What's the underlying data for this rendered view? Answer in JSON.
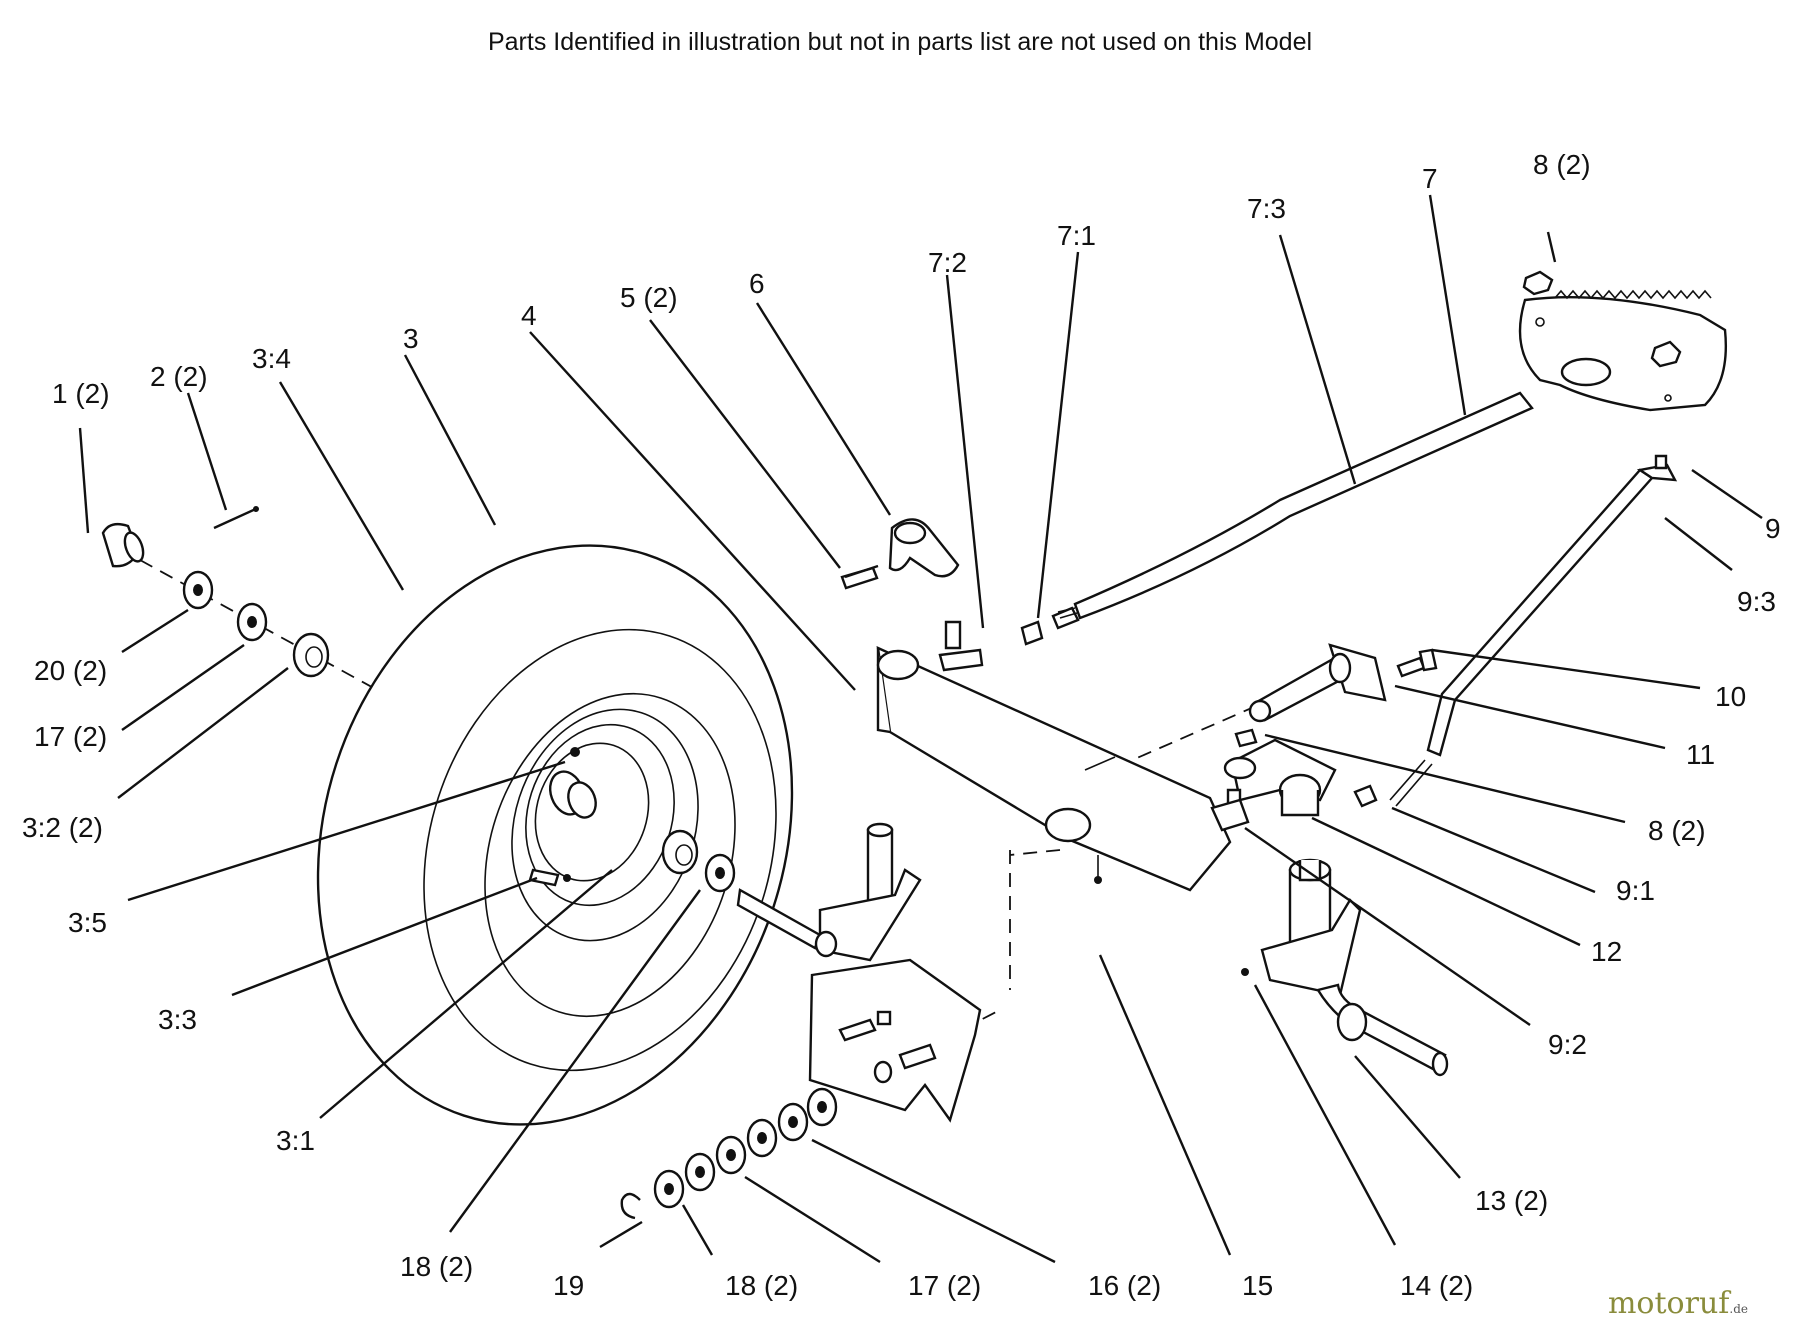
{
  "header_note": "Parts Identified  in illustration but not in parts list are not used on this Model",
  "labels": {
    "p1": "1 (2)",
    "p2": "2 (2)",
    "p3_4": "3:4",
    "p3": "3",
    "p4": "4",
    "p5": "5 (2)",
    "p6": "6",
    "p7_2": "7:2",
    "p7_1": "7:1",
    "p7_3": "7:3",
    "p7": "7",
    "p8_top": "8 (2)",
    "p9": "9",
    "p9_3": "9:3",
    "p10": "10",
    "p11": "11",
    "p8_right": "8 (2)",
    "p9_1": "9:1",
    "p12": "12",
    "p9_2": "9:2",
    "p13": "13 (2)",
    "p14": "14 (2)",
    "p15": "15",
    "p16": "16 (2)",
    "p17_bottom": "17 (2)",
    "p18_bottom": "18 (2)",
    "p19": "19",
    "p18_left": "18 (2)",
    "p3_1": "3:1",
    "p3_3": "3:3",
    "p3_5": "3:5",
    "p3_2": "3:2 (2)",
    "p17_left": "17 (2)",
    "p20": "20 (2)"
  },
  "watermark": {
    "main": "motoruf",
    "suffix": ".de"
  }
}
